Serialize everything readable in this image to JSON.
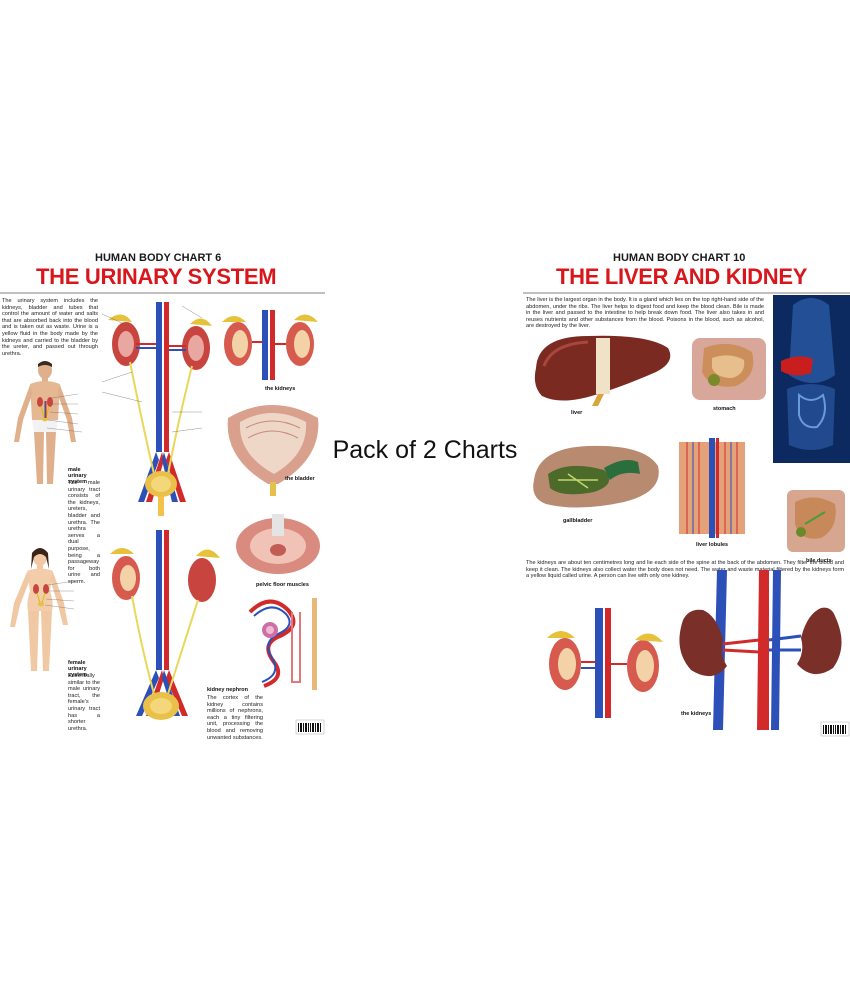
{
  "overlay_text": "Pack of 2 Charts",
  "chart1": {
    "supertitle": "HUMAN BODY CHART 6",
    "title": "THE URINARY SYSTEM",
    "intro": "The urinary system includes the kidneys, bladder and tubes that control the amount of water and salts that are absorbed back into the blood and is taken out as waste. Urine is a yellow fluid in the body made by the kidneys and carried to the bladder by the ureter, and passed out through urethra.",
    "male_heading": "male urinary system",
    "male_text": "The male urinary tract consists of the kidneys, ureters, bladder and urethra. The urethra serves a dual purpose, being a passageway for both urine and sperm.",
    "female_heading": "female urinary system",
    "female_text": "Essentially similar to the male urinary tract, the female's urinary tract has a shorter urethra.",
    "nephron_heading": "kidney nephron",
    "nephron_text": "The cortex of the kidney contains millions of nephrons, each a tiny filtering unit, processing the blood and removing unwanted substances.",
    "labels": {
      "kidneys": "the kidneys",
      "bladder": "the bladder",
      "pelvic": "pelvic floor muscles"
    }
  },
  "chart2": {
    "supertitle": "HUMAN BODY CHART 10",
    "title": "THE LIVER AND KIDNEY",
    "intro": "The liver is the largest organ in the body. It is a gland which lies on the top right-hand side of the abdomen, under the ribs. The liver helps to digest food and keep the blood clean. Bile is made in the liver and passed to the intestine to help break down food. The liver also takes in and reuses nutrients and other substances from the blood. Poisons in the blood, such as alcohol, are destroyed by the liver.",
    "kidney_text": "The kidneys are about ten centimetres long and lie each side of the spine at the back of the abdomen. They filter the blood and keep it clean. The kidneys also collect water the body does not need. The water and waste material filtered by the kidneys form a yellow liquid called urine. A person can live with only one kidney.",
    "labels": {
      "liver": "liver",
      "stomach": "stomach",
      "liver_lobules": "liver lobules",
      "gallbladder": "gallbladder",
      "bile_ducts": "bile ducts",
      "the_kidneys": "the kidneys"
    }
  },
  "colors": {
    "title_red": "#d8161c",
    "artery_red": "#d22a2a",
    "vein_blue": "#2c4fb8",
    "kidney": "#b5453f",
    "liver": "#7b2a22",
    "skin": "#f1c8a4"
  }
}
